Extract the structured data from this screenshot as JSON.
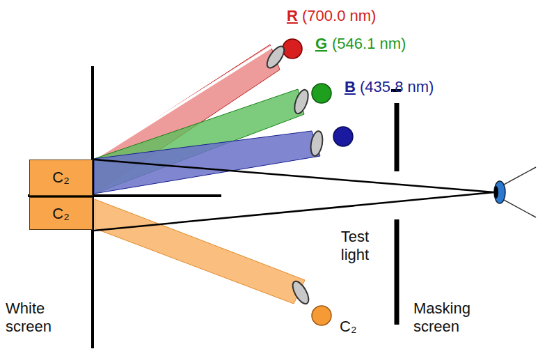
{
  "diagram": {
    "nodes": [
      {
        "text": [
          "C₂"
        ]
      },
      {
        "text": [
          "C₂"
        ]
      }
    ],
    "labels": [
      "R",
      "(700.0 nm)",
      "G",
      "(546.1 nm)",
      "B",
      "(435.8 nm)",
      "C₂",
      "Test light",
      "White screen",
      "Masking screen"
    ]
  }
}
